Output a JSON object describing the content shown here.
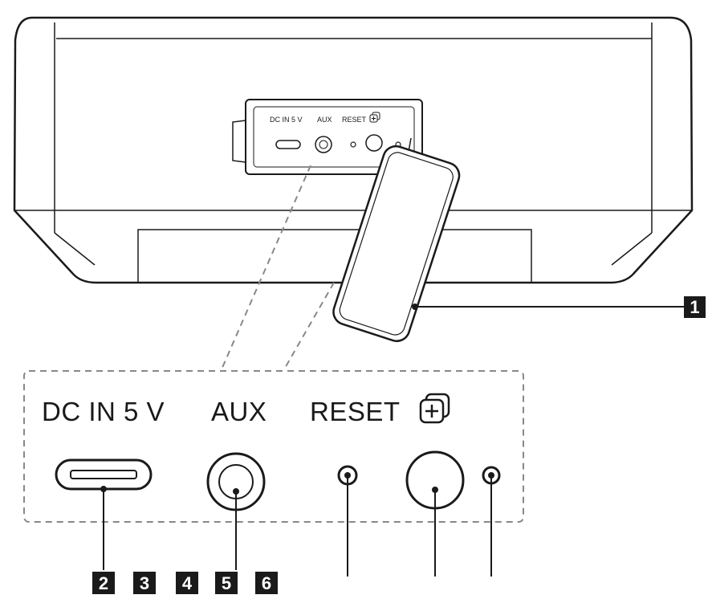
{
  "panel_labels": {
    "dc_in": "DC IN 5 V",
    "aux": "AUX",
    "reset": "RESET"
  },
  "callouts": [
    "1",
    "2",
    "3",
    "4",
    "5",
    "6"
  ],
  "icons": {
    "multi_connect": "stacked-squares-plus-icon"
  },
  "colors": {
    "line": "#1a1a1a",
    "callout_bg": "#1a1a1a",
    "callout_text": "#ffffff",
    "dashed": "#888888"
  }
}
